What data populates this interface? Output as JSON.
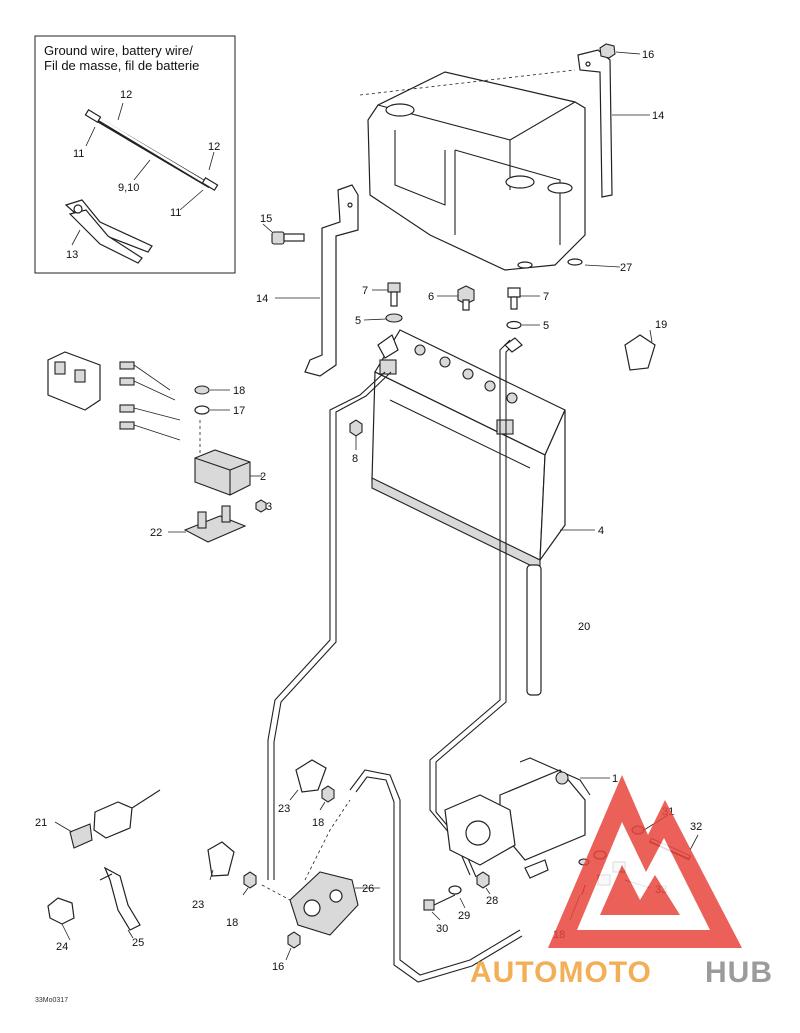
{
  "inset": {
    "title_line1": "Ground wire, battery wire/",
    "title_line2": "Fil de masse, fil de batterie"
  },
  "callouts": {
    "c1": "1",
    "c2": "2",
    "c3": "3",
    "c4": "4",
    "c5a": "5",
    "c5b": "5",
    "c6": "6",
    "c7a": "7",
    "c7b": "7",
    "c8": "8",
    "c9_10": "9,10",
    "c11a": "11",
    "c11b": "11",
    "c12a": "12",
    "c12b": "12",
    "c13": "13",
    "c14a": "14",
    "c14b": "14",
    "c15": "15",
    "c16a": "16",
    "c16b": "16",
    "c17": "17",
    "c18a": "18",
    "c18b": "18",
    "c18c": "18",
    "c18d": "18",
    "c19": "19",
    "c20": "20",
    "c21": "21",
    "c22": "22",
    "c23a": "23",
    "c23b": "23",
    "c24": "24",
    "c25": "25",
    "c26": "26",
    "c27": "27",
    "c28": "28",
    "c29": "29",
    "c30": "30",
    "c31": "31",
    "c32": "32",
    "c33": "33"
  },
  "footer": {
    "drawing_code": "33Mo0317"
  },
  "watermark": {
    "part1": "AUTOMOTO",
    "part2": "HUB",
    "color_red": "#e8453c",
    "color_orange": "#f2a23a",
    "color_gray": "#8a8a8a"
  }
}
